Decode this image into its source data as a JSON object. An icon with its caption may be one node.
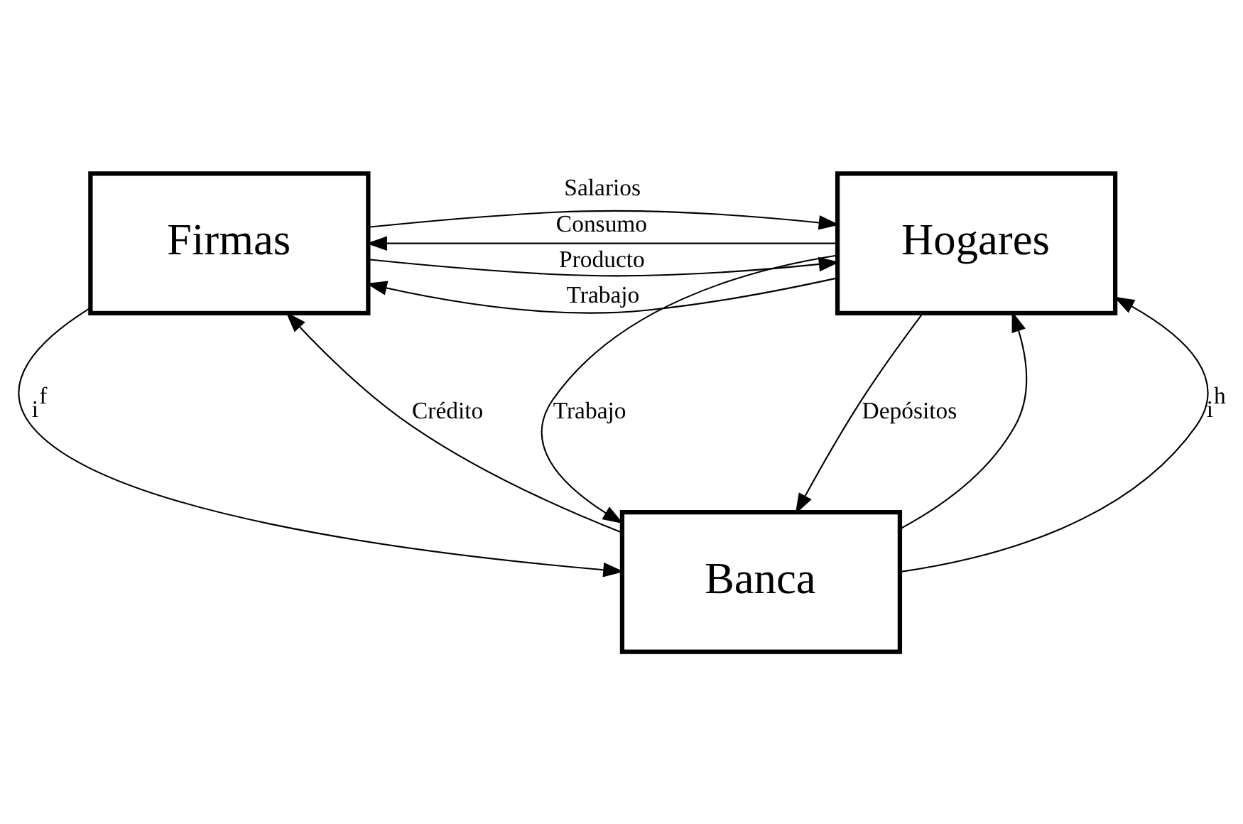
{
  "diagram": {
    "nodes": [
      {
        "text": [
          "Firmas"
        ]
      },
      {
        "text": [
          "Hogares"
        ]
      },
      {
        "text": [
          "Banca"
        ]
      }
    ],
    "edges": [
      {
        "from": 1,
        "to": 0,
        "arrow": "to",
        "label": "Consumo"
      },
      {
        "from": 0,
        "to": 1,
        "arrow": "to",
        "label": "Producto"
      },
      {
        "from": 1,
        "to": 0,
        "arrow": "to",
        "label": "Trabajo"
      },
      {
        "from": 0,
        "to": 1,
        "arrow": "to",
        "label": "Salarios"
      },
      {
        "from": 2,
        "to": 1,
        "arrow": "to"
      },
      {
        "from": 1,
        "to": 2,
        "arrow": "to",
        "label": "Trabajo"
      },
      {
        "from": 0,
        "to": 2,
        "arrow": "to",
        "label": "i$^{f}$"
      },
      {
        "from": 2,
        "to": 0,
        "arrow": "to",
        "label": "Crédito"
      },
      {
        "from": 2,
        "to": 1,
        "arrow": "to",
        "label": "i$^{h}$"
      },
      {
        "from": 1,
        "to": 2,
        "arrow": "to",
        "label": "Depósitos"
      }
    ]
  }
}
